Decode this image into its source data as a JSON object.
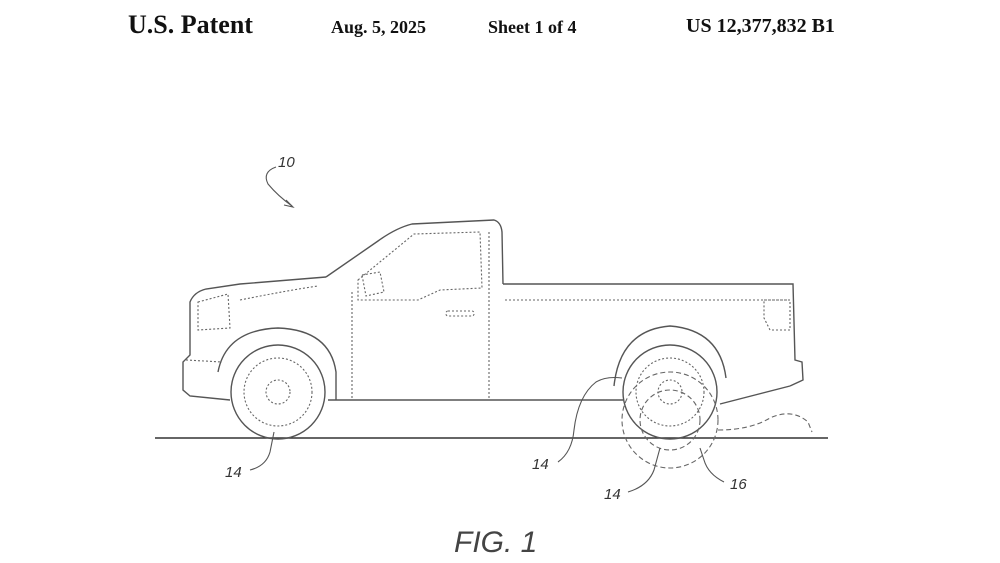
{
  "header": {
    "title": "U.S. Patent",
    "date": "Aug. 5, 2025",
    "sheet": "Sheet 1 of 4",
    "number": "US 12,377,832 B1"
  },
  "figure": {
    "caption": "FIG. 1",
    "ref_vehicle": "10",
    "ref_front_wheel": "14",
    "ref_rear_wheel_upper": "14",
    "ref_rear_wheel_lower": "14",
    "ref_wheel_displaced": "16"
  },
  "colors": {
    "line": "#555555",
    "text": "#111111"
  }
}
